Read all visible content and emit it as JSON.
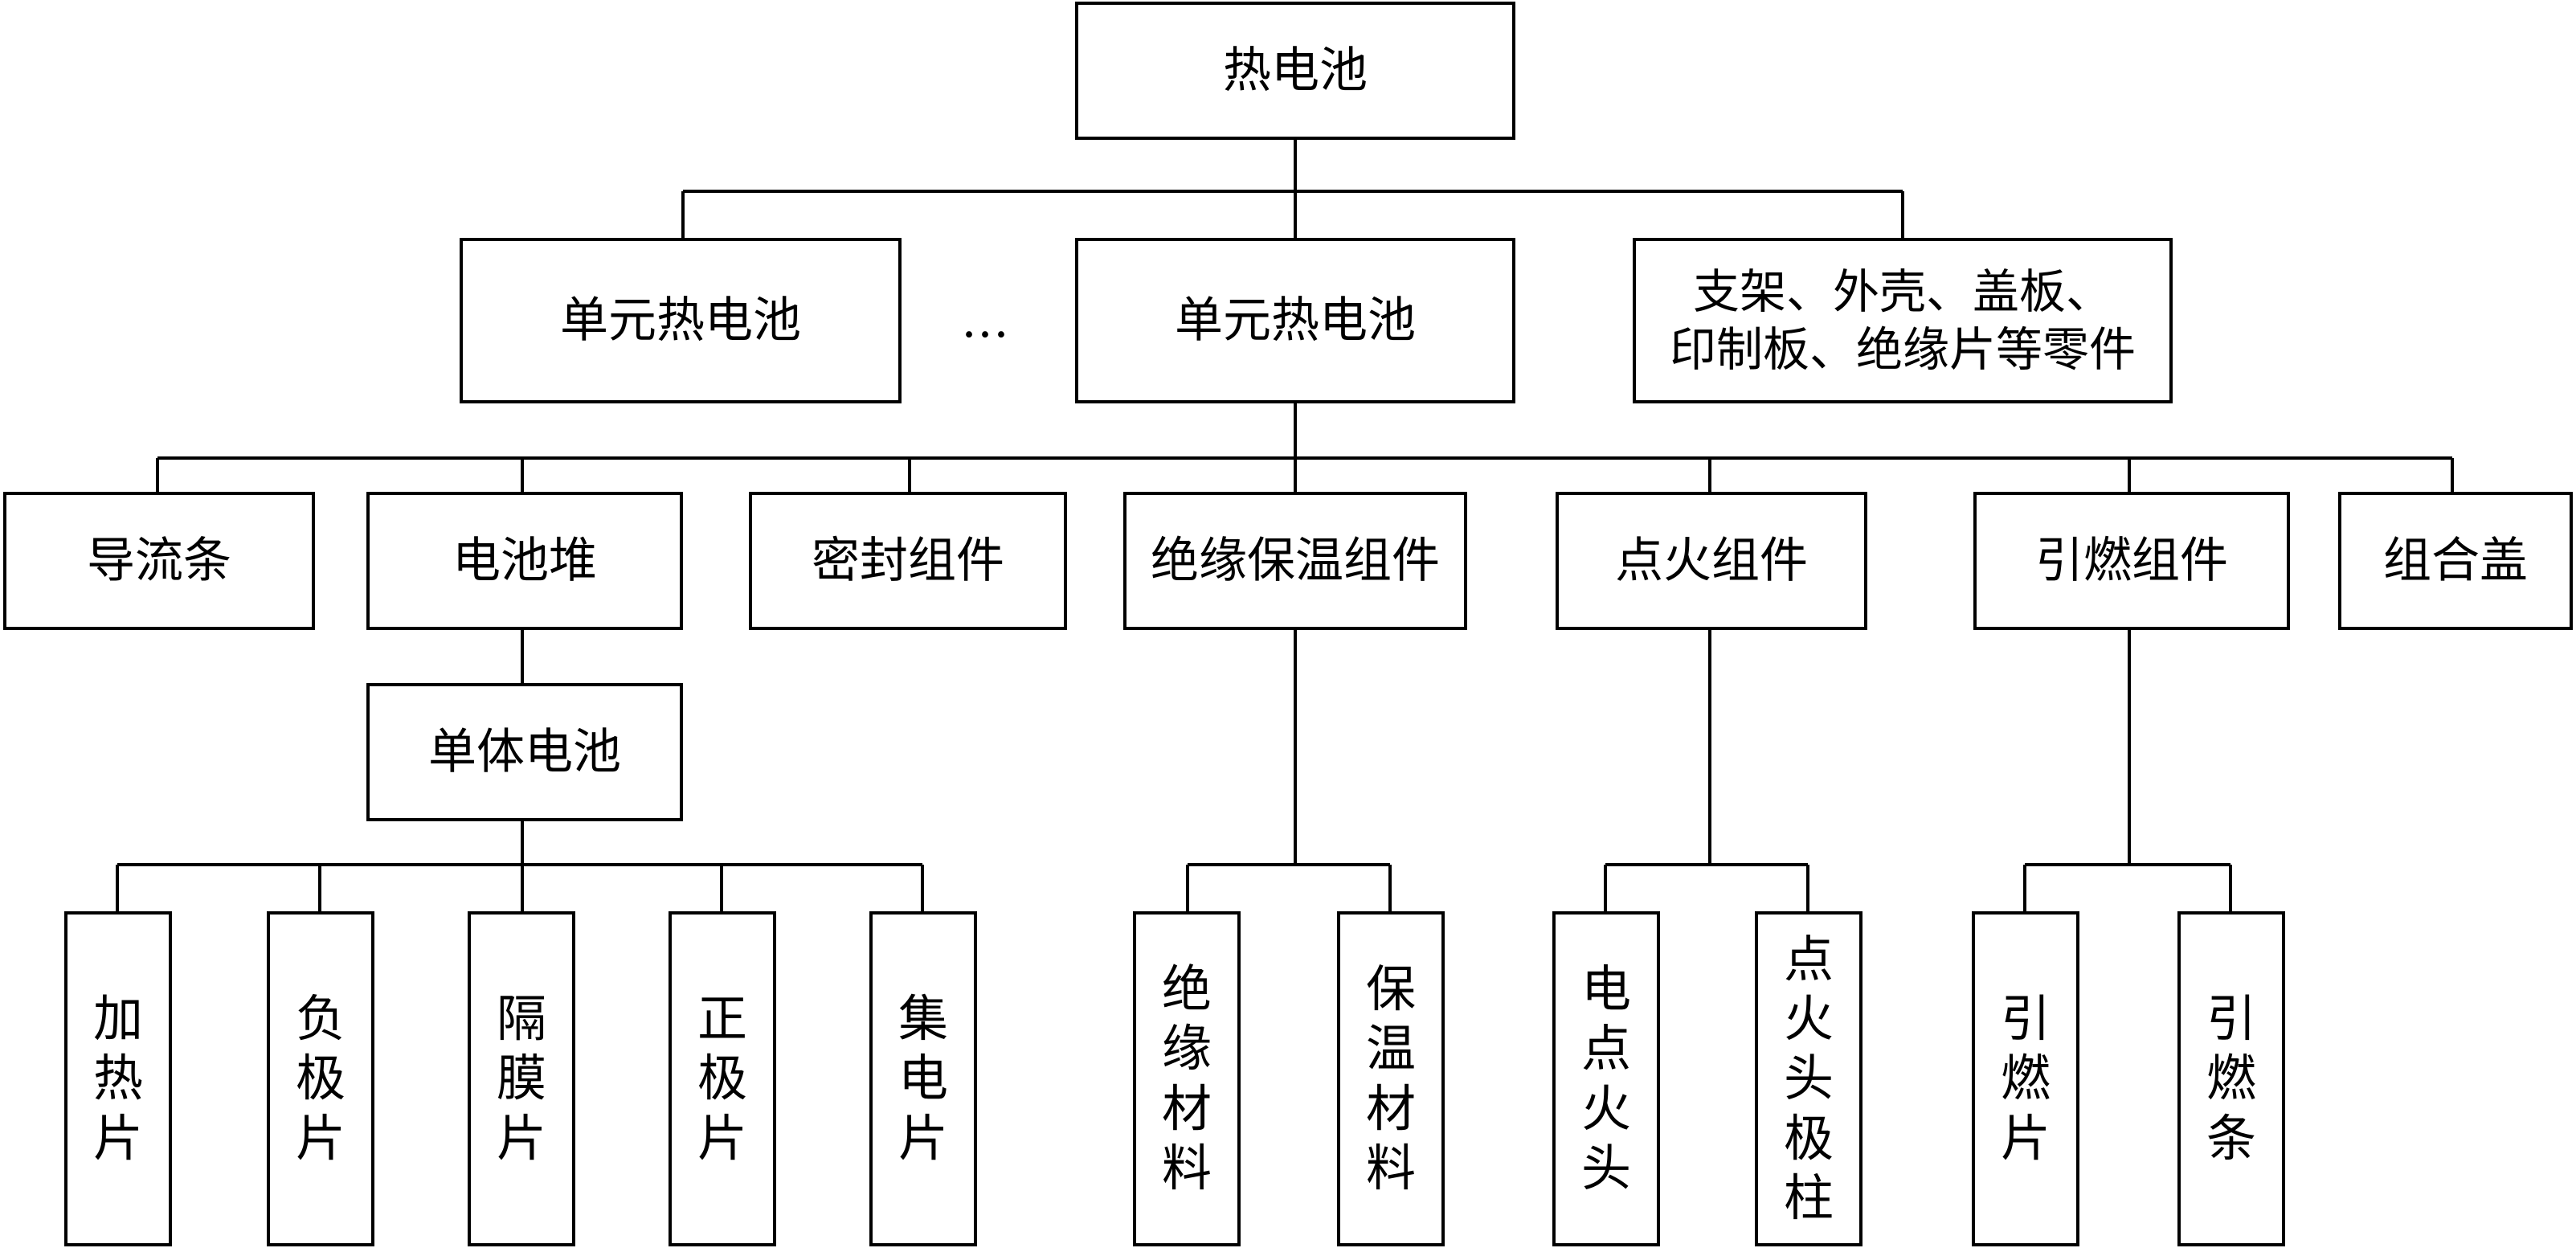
{
  "diagram": {
    "root": {
      "label": "热电池"
    },
    "level1": {
      "unit_a": "单元热电池",
      "ellipsis": "…",
      "unit_b": "单元热电池",
      "parts": "支架、外壳、盖板、\n印制板、绝缘片等零件"
    },
    "level2": {
      "flow_strip": "导流条",
      "stack": "电池堆",
      "seal": "密封组件",
      "insulation": "绝缘保温组件",
      "ignition": "点火组件",
      "igniter": "引燃组件",
      "cover": "组合盖"
    },
    "level3": {
      "single_cell": "单体电池"
    },
    "leaves": {
      "heating_plate": "加热片",
      "negative_plate": "负极片",
      "separator": "隔膜片",
      "positive_plate": "正极片",
      "collector": "集电片",
      "insulating_material": "绝缘材料",
      "thermal_material": "保温材料",
      "electric_igniter": "电点火头",
      "igniter_post": "点火头极柱",
      "ignition_sheet": "引燃片",
      "ignition_strip": "引燃条"
    },
    "colors": {
      "line": "#000000",
      "box_fill": "#ffffff",
      "background": "#ffffff"
    }
  }
}
